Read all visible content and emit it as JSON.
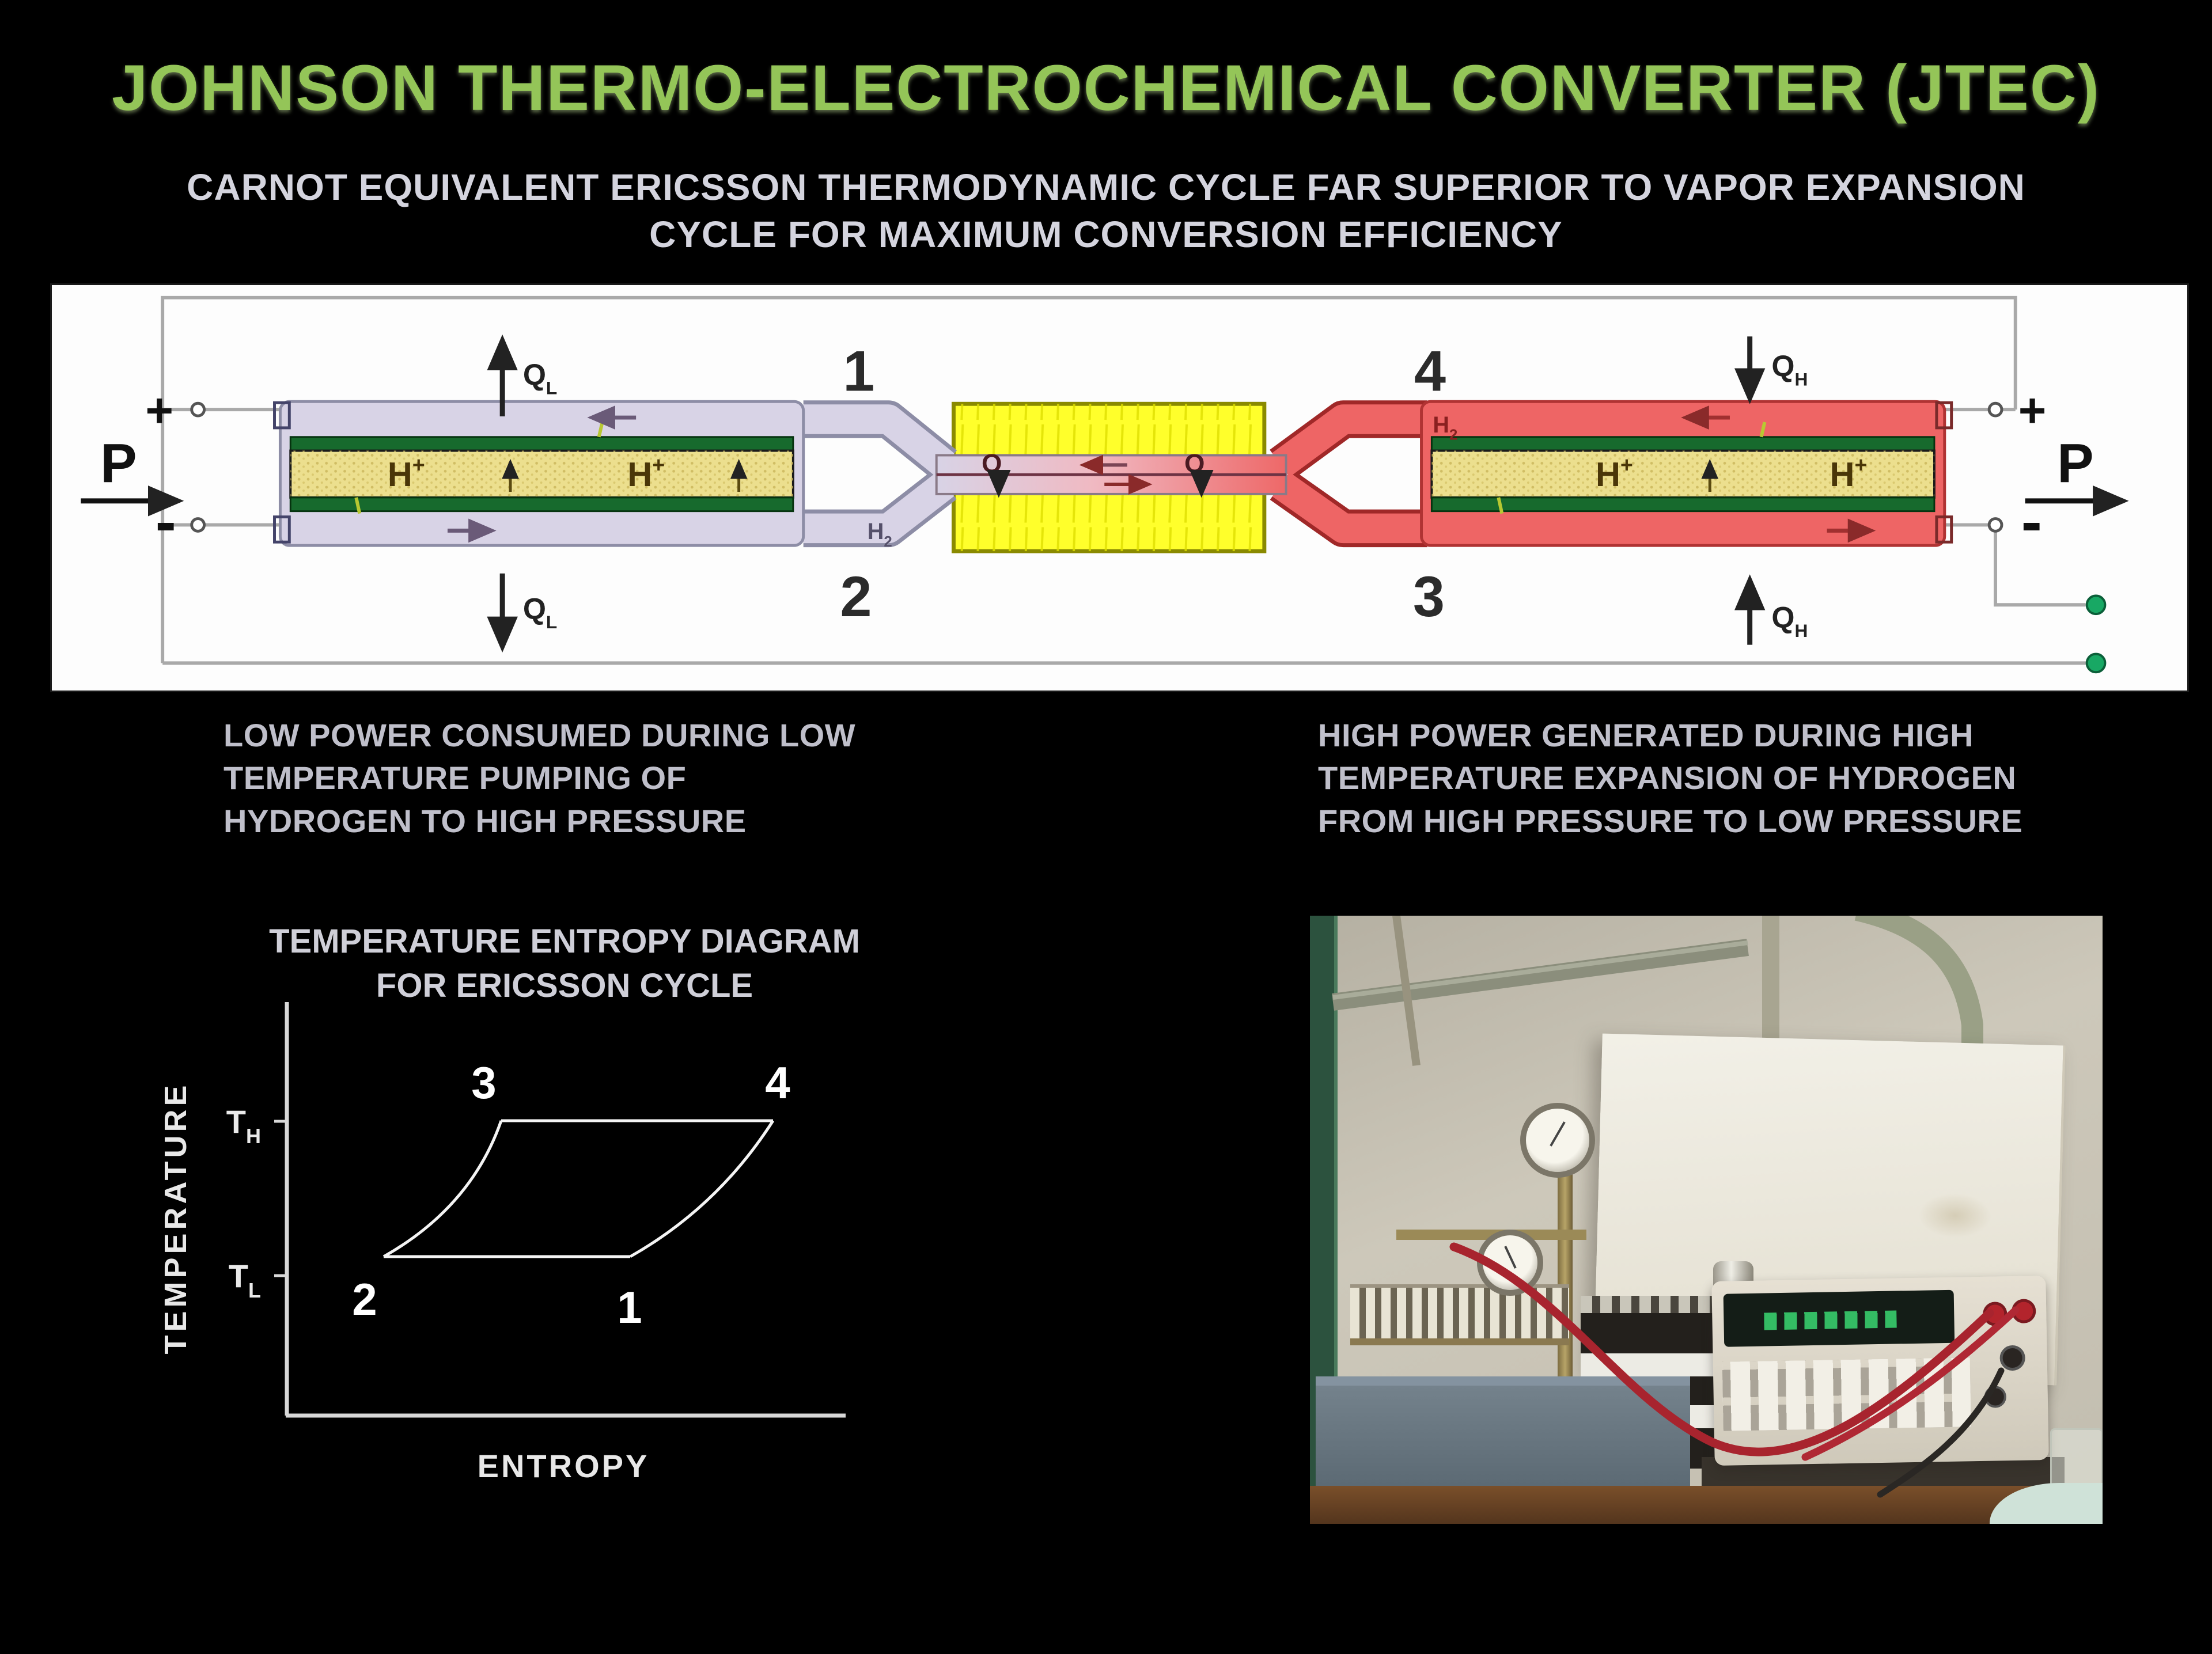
{
  "slide": {
    "title": "JOHNSON THERMO-ELECTROCHEMICAL CONVERTER (JTEC)",
    "subtitle_line1": "CARNOT EQUIVALENT ERICSSON THERMODYNAMIC CYCLE FAR SUPERIOR TO VAPOR EXPANSION",
    "subtitle_line2": "CYCLE FOR MAXIMUM CONVERSION EFFICIENCY"
  },
  "schematic": {
    "power_label": "P",
    "plus": "+",
    "minus": "-",
    "heat": "Q",
    "heat_low_sub": "L",
    "heat_high_sub": "H",
    "proton": "H",
    "proton_sup": "+",
    "hydrogen": "H",
    "hydrogen_sub": "2",
    "stage_1": "1",
    "stage_2": "2",
    "stage_3": "3",
    "stage_4": "4"
  },
  "captions": {
    "left": [
      "LOW POWER CONSUMED DURING LOW",
      "TEMPERATURE PUMPING OF",
      "HYDROGEN TO HIGH PRESSURE"
    ],
    "right": [
      "HIGH POWER GENERATED DURING HIGH",
      "TEMPERATURE EXPANSION OF HYDROGEN",
      "FROM HIGH PRESSURE TO LOW PRESSURE"
    ]
  },
  "ts_diagram": {
    "title_line1": "TEMPERATURE ENTROPY DIAGRAM",
    "title_line2": "FOR ERICSSON CYCLE",
    "y_axis_label": "TEMPERATURE",
    "x_axis_label": "ENTROPY",
    "t_symbol": "T",
    "sub_high": "H",
    "sub_low": "L",
    "point_1": "1",
    "point_2": "2",
    "point_3": "3",
    "point_4": "4"
  },
  "chart_data": {
    "type": "line",
    "title": "TEMPERATURE ENTROPY DIAGRAM FOR ERICSSON CYCLE",
    "xlabel": "ENTROPY",
    "ylabel": "TEMPERATURE",
    "x_axis_numeric": false,
    "y_tick_labels": [
      "TH",
      "TL"
    ],
    "grid": false,
    "legend": false,
    "series": [
      {
        "name": "Ericsson cycle path",
        "points": [
          {
            "label": "2",
            "entropy_frac": 0.18,
            "temperature": "TL"
          },
          {
            "label": "3",
            "entropy_frac": 0.39,
            "temperature": "TH"
          },
          {
            "label": "4",
            "entropy_frac": 0.88,
            "temperature": "TH"
          },
          {
            "label": "1",
            "entropy_frac": 0.62,
            "temperature": "TL"
          }
        ]
      }
    ],
    "segments": [
      {
        "from": "2",
        "to": "3",
        "style": "curved rise TL to TH"
      },
      {
        "from": "3",
        "to": "4",
        "style": "horizontal at TH"
      },
      {
        "from": "1",
        "to": "4",
        "style": "curved rise TL to TH"
      },
      {
        "from": "2",
        "to": "1",
        "style": "horizontal at TL"
      }
    ]
  },
  "photo": {
    "alt": "Photograph of JTEC laboratory prototype: brass gauges and cell stack wired with red test leads to a bench digital multimeter on a wooden table"
  },
  "colors": {
    "title_green": "#94c558",
    "body_text": "#bfbfca",
    "low_temp_side": "#d8d3e6",
    "high_temp_side": "#ee6565",
    "membrane_yellow": "#ecdf8e",
    "electrode_green": "#176a2d",
    "recuperator_yellow": "#ffff2b",
    "terminal_green_dot": "#18a864"
  }
}
